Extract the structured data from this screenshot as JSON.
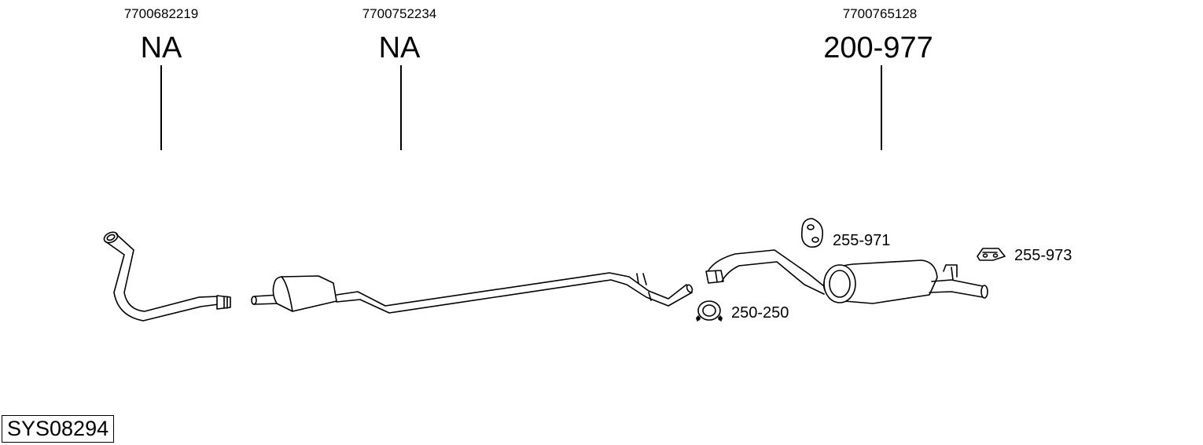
{
  "parts": [
    {
      "ref": "7700682219",
      "code": "NA"
    },
    {
      "ref": "7700752234",
      "code": "NA"
    },
    {
      "ref": "7700765128",
      "code": "200-977"
    }
  ],
  "accessories": [
    {
      "code": "255-971",
      "icon": "rubber-hanger-icon"
    },
    {
      "code": "255-973",
      "icon": "mounting-bracket-icon"
    },
    {
      "code": "250-250",
      "icon": "pipe-clamp-icon"
    }
  ],
  "system_id": "SYS08294"
}
